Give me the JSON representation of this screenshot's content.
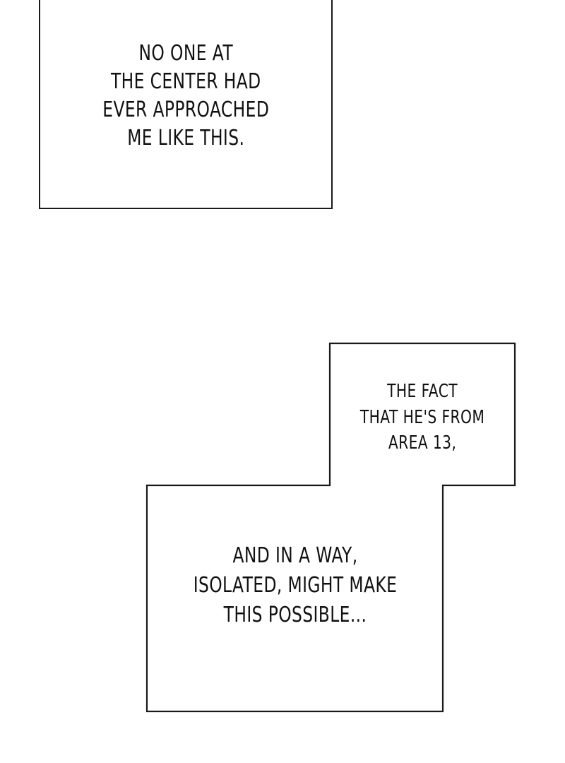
{
  "captions": {
    "box1": {
      "lines": [
        "NO ONE AT",
        "THE CENTER HAD",
        "EVER APPROACHED",
        "ME LIKE THIS."
      ]
    },
    "box2_top": {
      "lines": [
        "THE FACT",
        "THAT HE'S FROM",
        "AREA 13,"
      ]
    },
    "box2_bottom": {
      "lines": [
        "AND IN A WAY,",
        "ISOLATED, MIGHT MAKE",
        "THIS POSSIBLE..."
      ]
    }
  }
}
